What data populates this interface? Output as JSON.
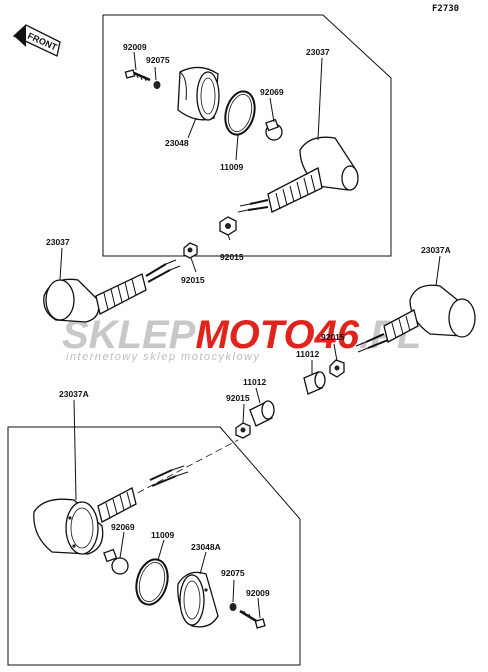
{
  "diagram_code": "F2730",
  "front_label": "FRONT",
  "watermark": {
    "brand_part1": "SKLEP",
    "brand_part2": "MOTO",
    "brand_part3": "46",
    "brand_part4": ".PL",
    "tagline": "internetowy sklep motocyklowy",
    "color_grey": "#c8c8c8",
    "color_red": "#e0231b"
  },
  "labels": {
    "upper_bolt": "92009",
    "upper_washer": "92075",
    "upper_assembly": "23037",
    "upper_bulb": "92069",
    "upper_lens": "23048",
    "upper_gasket": "11009",
    "upper_nut": "92015",
    "left_assembly": "23037",
    "left_nut": "92015",
    "right_assembly": "23037A",
    "right_nut": "92015",
    "right_cap": "11012",
    "lower_cap": "11012",
    "lower_nut": "92015",
    "lower_assembly": "23037A",
    "lower_bulb": "92069",
    "lower_gasket": "11009",
    "lower_lens": "23048A",
    "lower_washer": "92075",
    "lower_bolt": "92009"
  }
}
